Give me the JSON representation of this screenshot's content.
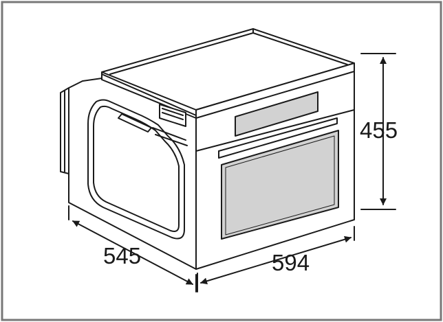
{
  "diagram": {
    "subject": "built-in-oven-dimensions",
    "dimensions": {
      "height": "455",
      "width": "594",
      "depth": "545"
    },
    "colors": {
      "frame": "#777777",
      "line": "#1a1a1a",
      "glass": "#d2d2d2",
      "window": "#9a9a9a"
    }
  }
}
